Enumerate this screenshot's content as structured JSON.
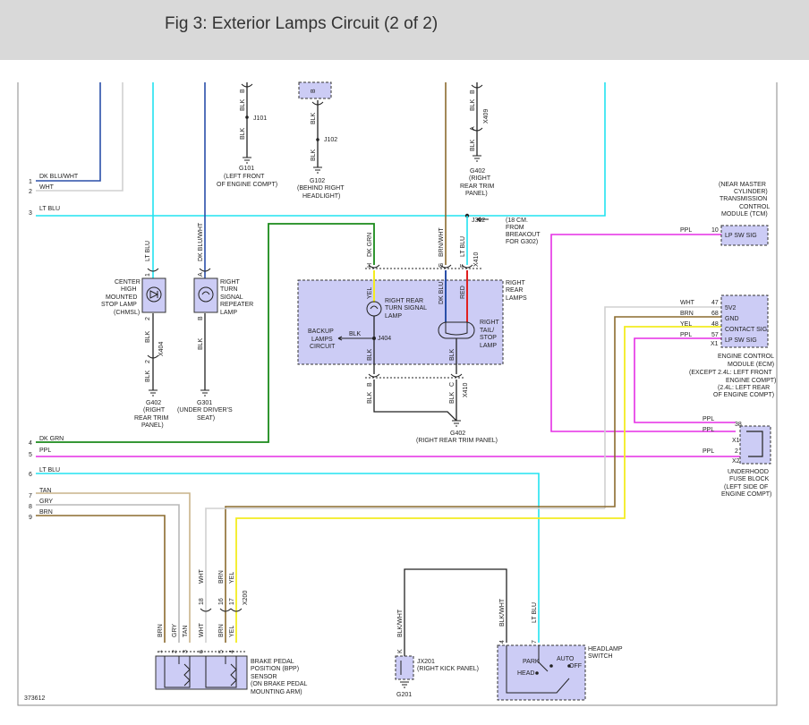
{
  "title": "Fig 3: Exterior Lamps Circuit (2 of 2)",
  "figure_id": "373612",
  "colors": {
    "lt_blu": "#22e3f0",
    "dk_blu": "#2a4fa8",
    "dk_grn": "#1a8a1a",
    "ppl": "#e52fe5",
    "yel": "#f3ec20",
    "brn": "#8b6b2e",
    "tan": "#c9b48a",
    "gry": "#b8b8b8",
    "red": "#e02020",
    "blk": "#222222",
    "wht": "#d0d0d0",
    "component_fill": "#ccccf5"
  },
  "left_wires": [
    {
      "num": "1",
      "color": "DK BLU/WHT"
    },
    {
      "num": "2",
      "color": "WHT"
    },
    {
      "num": "3",
      "color": "LT BLU"
    },
    {
      "num": "4",
      "color": "DK GRN"
    },
    {
      "num": "5",
      "color": "PPL"
    },
    {
      "num": "6",
      "color": "LT BLU"
    },
    {
      "num": "7",
      "color": "TAN"
    },
    {
      "num": "8",
      "color": "GRY"
    },
    {
      "num": "9",
      "color": "BRN"
    }
  ],
  "top": {
    "blk1": "BLK",
    "pin_b1": "B",
    "j101": "J101",
    "blk2": "BLK",
    "g101": "G101",
    "g101_desc1": "(LEFT FRONT",
    "g101_desc2": "OF ENGINE COMPT)",
    "pin_b2": "B",
    "blk3": "BLK",
    "j102": "J102",
    "blk4": "BLK",
    "g102": "G102",
    "g102_desc1": "(BEHIND RIGHT",
    "g102_desc2": "HEADLIGHT)",
    "pin_b3": "B",
    "blk5": "BLK",
    "x409": "X409",
    "pin_a": "A",
    "blk6": "BLK",
    "g402": "G402",
    "g402_desc1": "(RIGHT",
    "g402_desc2": "REAR TRIM",
    "g402_desc3": "PANEL)"
  },
  "j332": {
    "label": "J332",
    "d1": "(18 CM.",
    "d2": "FROM",
    "d3": "BREAKOUT",
    "d4": "FOR G302)"
  },
  "tcm": {
    "l1": "(NEAR MASTER",
    "l2": "CYLINDER)",
    "l3": "TRANSMISSION",
    "l4": "CONTROL",
    "l5": "MODULE (TCM)",
    "wire": "PPL",
    "pin": "10",
    "terminal": "LP SW SIG"
  },
  "ecm": {
    "wires": [
      {
        "color": "WHT",
        "pin": "47",
        "term": "5V2"
      },
      {
        "color": "BRN",
        "pin": "68",
        "term": "GND"
      },
      {
        "color": "YEL",
        "pin": "48",
        "term": "CONTACT SIG"
      },
      {
        "color": "PPL",
        "pin": "57",
        "term": "LP SW SIG"
      }
    ],
    "conn": "X1",
    "l1": "ENGINE CONTROL",
    "l2": "MODULE (ECM)",
    "l3": "(EXCEPT 2.4L: LEFT FRONT",
    "l4": "ENGINE COMPT)",
    "l5": "(2.4L: LEFT REAR",
    "l6": "OF ENGINE COMPT)"
  },
  "fuse": {
    "w1": "PPL",
    "p1": "38",
    "c1": "X1",
    "w2": "PPL",
    "w3": "PPL",
    "p2": "2",
    "c2": "X2",
    "l1": "UNDERHOOD",
    "l2": "FUSE BLOCK",
    "l3": "(LEFT SIDE OF",
    "l4": "ENGINE COMPT)"
  },
  "chmsl": {
    "wire_top": "LT BLU",
    "pin1": "1",
    "l1": "CENTER",
    "l2": "HIGH",
    "l3": "MOUNTED",
    "l4": "STOP LAMP",
    "l5": "(CHMSL)",
    "pin2": "2",
    "blk1": "BLK",
    "pin3": "2",
    "x404": "X404",
    "blk2": "BLK",
    "g402": "G402",
    "g1": "(RIGHT",
    "g2": "REAR TRIM",
    "g3": "PANEL)"
  },
  "repeater": {
    "wire_top": "DK BLU/WHT",
    "pin_a": "A",
    "l1": "RIGHT",
    "l2": "TURN",
    "l3": "SIGNAL",
    "l4": "REPEATER",
    "l5": "LAMP",
    "pin_b": "B",
    "blk": "BLK",
    "g301": "G301",
    "g1": "(UNDER DRIVER'S",
    "g2": "SEAT)"
  },
  "rear": {
    "dk_grn": "DK GRN",
    "pin_h": "H",
    "brn_wht": "BRN/WHT",
    "pin_g": "G",
    "lt_blu": "LT BLU",
    "pin_f": "F",
    "x410": "X410",
    "right": "RIGHT",
    "rear": "REAR",
    "lamps": "LAMPS",
    "yel": "YEL",
    "turn1": "RIGHT REAR",
    "turn2": "TURN SIGNAL",
    "turn3": "LAMP",
    "dk_blu": "DK BLU",
    "red": "RED",
    "tail1": "RIGHT",
    "tail2": "TAIL/",
    "tail3": "STOP",
    "tail4": "LAMP",
    "backup1": "BACKUP",
    "backup2": "LAMPS",
    "backup3": "CIRCUIT",
    "blk_j": "BLK",
    "j404": "J404",
    "blk_l": "BLK",
    "blk_r": "BLK",
    "pin_b": "B",
    "pin_c": "C",
    "x410b": "X410",
    "blk_b1": "BLK",
    "blk_b2": "BLK",
    "g402": "G402",
    "g402d": "(RIGHT REAR TRIM PANEL)"
  },
  "bpp": {
    "w_brn": "BRN",
    "w_gry": "GRY",
    "w_tan": "TAN",
    "w_wht": "WHT",
    "w_brn2": "BRN",
    "w_yel": "YEL",
    "p1": "1",
    "p2": "2",
    "p3": "3",
    "p6": "6",
    "p5": "5",
    "p4": "4",
    "up_wht": "WHT",
    "up18": "18",
    "up_brn": "BRN",
    "up16": "16",
    "up_yel": "YEL",
    "up17": "17",
    "x200": "X200",
    "l1": "BRAKE PEDAL",
    "l2": "POSITION (BPP)",
    "l3": "SENSOR",
    "l4": "(ON BRAKE PEDAL",
    "l5": "MOUNTING ARM)"
  },
  "jx201": {
    "wire": "BLK/WHT",
    "pin": "K",
    "label": "JX201",
    "desc": "(RIGHT KICK PANEL)",
    "g201": "G201"
  },
  "headlamp": {
    "w1": "BLK/WHT",
    "w2": "LT BLU",
    "p4": "4",
    "p7": "7",
    "l1": "HEADLAMP",
    "l2": "SWITCH",
    "park": "PARK",
    "auto": "AUTO",
    "off": "OFF",
    "head": "HEAD"
  }
}
